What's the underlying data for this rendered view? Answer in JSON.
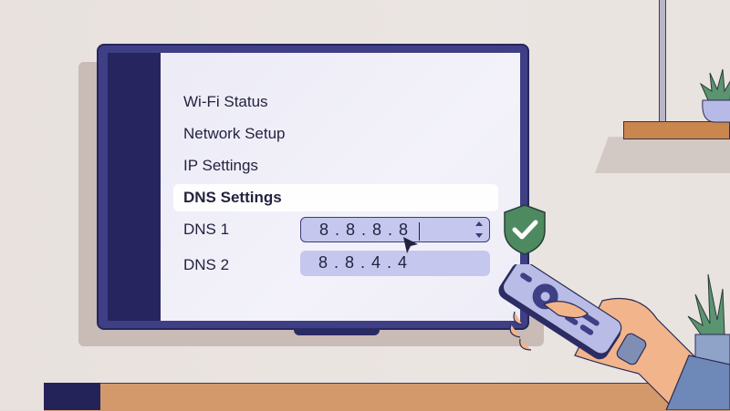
{
  "scene": "Smart TV network settings screen with remote control",
  "tv_menu": {
    "items": [
      {
        "label": "Wi-Fi Status",
        "active": false
      },
      {
        "label": "Network Setup",
        "active": false
      },
      {
        "label": "IP Settings",
        "active": false
      },
      {
        "label": "DNS Settings",
        "active": true
      }
    ]
  },
  "dns": {
    "dns1": {
      "label": "DNS 1",
      "value": "8 . 8 . 8 . 8",
      "focused": true
    },
    "dns2": {
      "label": "DNS 2",
      "value": "8 . 8 . 4 . 4",
      "focused": false
    }
  },
  "icons": {
    "shield": "shield-check-icon",
    "cursor": "mouse-pointer-icon",
    "spinner": "up-down-spinner-icon"
  },
  "colors": {
    "tv_frame": "#3f3f86",
    "screen_bg": "#eeedf7",
    "field_bg": "#c5c7ee",
    "shield_green": "#4d8a5f",
    "text": "#24233f"
  }
}
